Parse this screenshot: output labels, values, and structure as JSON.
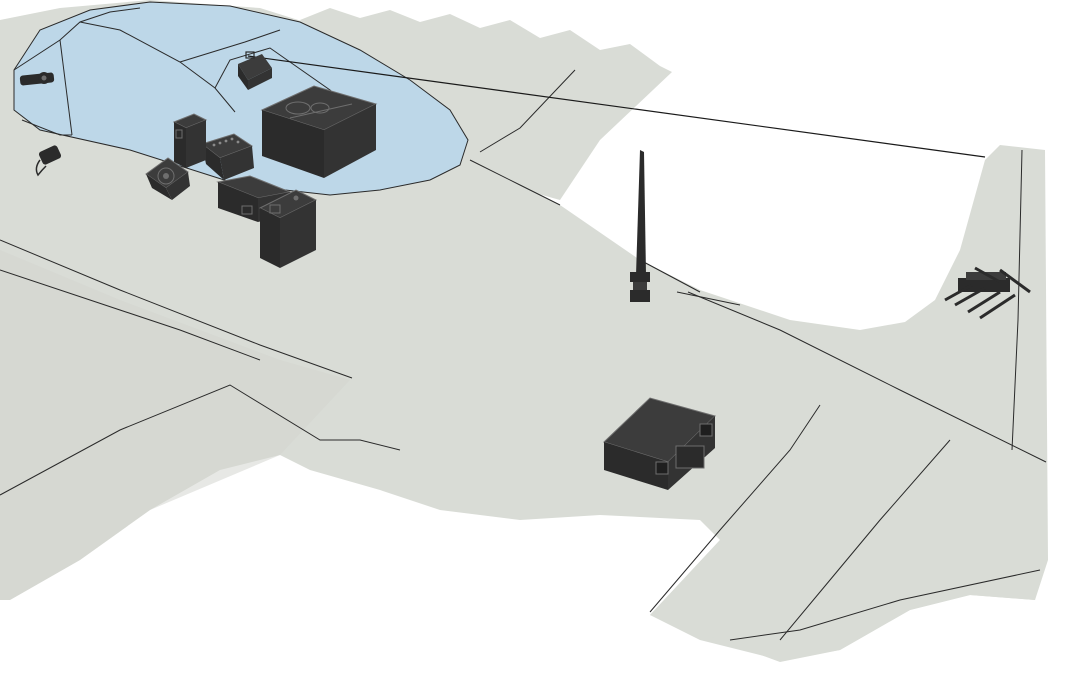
{
  "colors": {
    "background": "#ffffff",
    "airframe": "#d9dcd6",
    "airframe_shadow": "#c9ccc6",
    "canopy": "#bdd7e8",
    "outline": "#2a2a2a",
    "equipment": "#2b2b2b",
    "equipment_top": "#3c3c3c",
    "equipment_edge": "#6e6e6e",
    "antenna_wire": "#1a1a1a"
  },
  "components": [
    {
      "name": "canopy-camera",
      "icon": "camera-icon"
    },
    {
      "name": "cabin-sensor",
      "icon": "sensor-icon"
    },
    {
      "name": "glareshield-unit",
      "icon": "box-icon"
    },
    {
      "name": "large-avionics-box",
      "icon": "box-icon"
    },
    {
      "name": "connector-block",
      "icon": "connector-icon"
    },
    {
      "name": "speaker-unit",
      "icon": "speaker-icon"
    },
    {
      "name": "tall-module",
      "icon": "box-icon"
    },
    {
      "name": "flat-module",
      "icon": "box-icon"
    },
    {
      "name": "battery-box",
      "icon": "battery-icon"
    },
    {
      "name": "blade-antenna",
      "icon": "antenna-icon"
    },
    {
      "name": "fuselage-box",
      "icon": "box-icon"
    },
    {
      "name": "tail-light-assembly",
      "icon": "light-icon"
    },
    {
      "name": "long-wire-antenna",
      "icon": "wire-antenna-icon"
    }
  ]
}
